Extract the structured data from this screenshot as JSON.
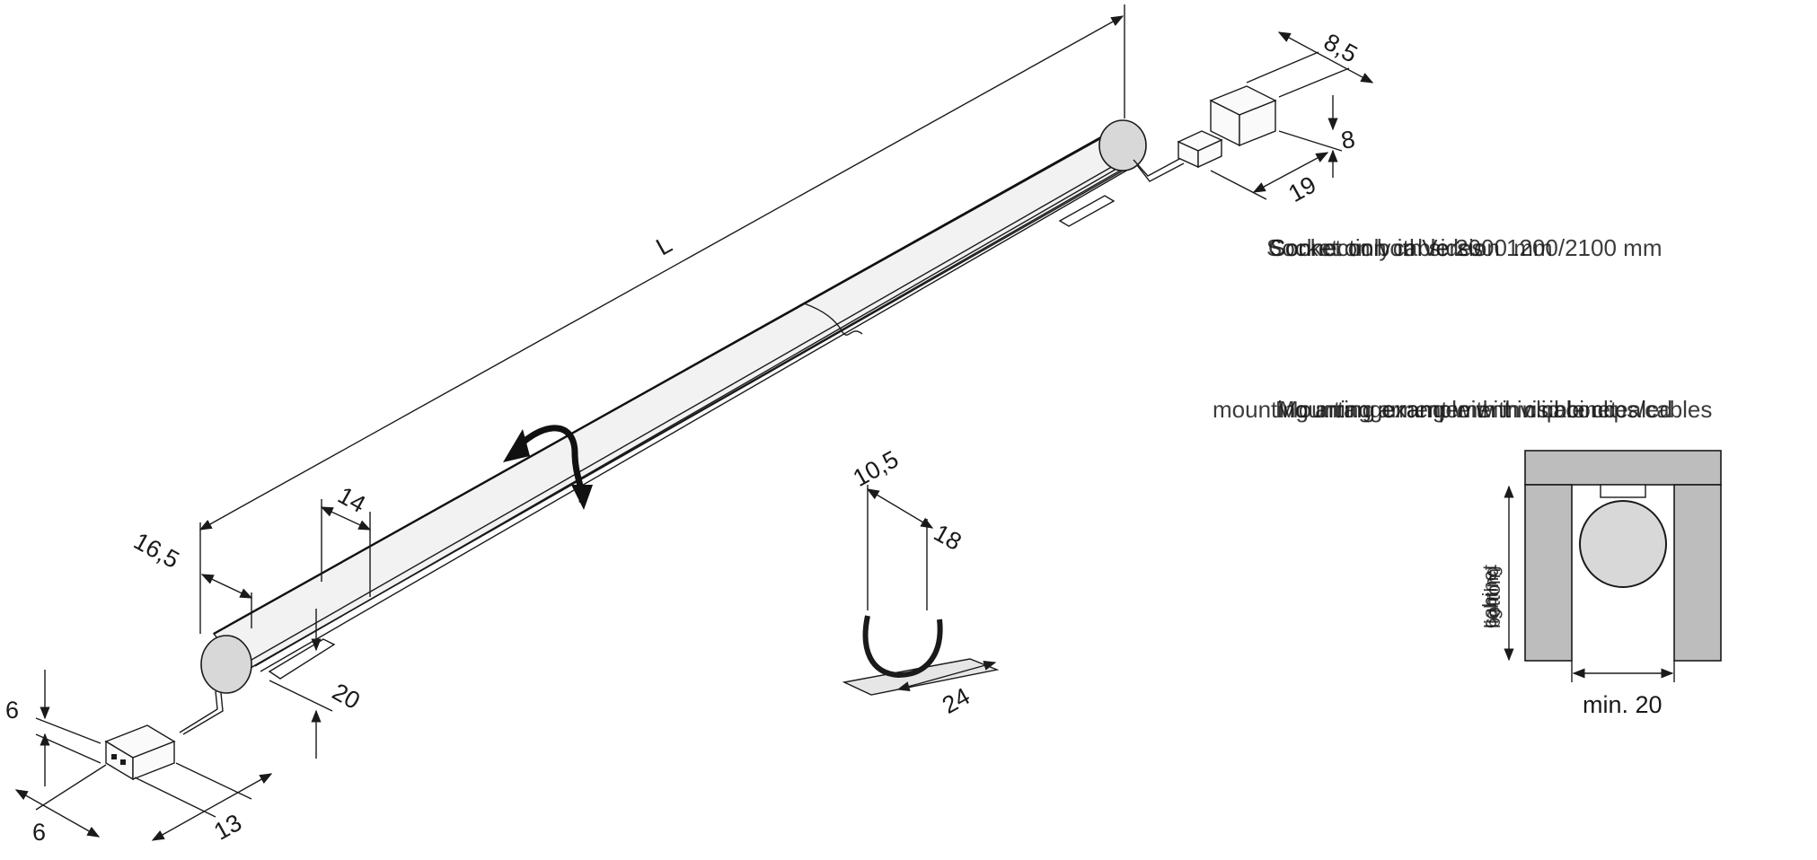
{
  "dimensions": {
    "length": "L",
    "socket_width": "8,5",
    "socket_height": "8",
    "socket_length": "19",
    "end_cap_diameter": "16,5",
    "tube_offset": "14",
    "clip_offset": "20",
    "clip_top_width": "10,5",
    "clip_height": "18",
    "clip_base": "24",
    "plug_height": "6",
    "plug_width": "6",
    "plug_length": "13",
    "niche_min_width": "min. 20"
  },
  "notes": {
    "connection_lines": [
      "Socket on both sides",
      "Connection cable 2000 mm",
      "Socket only in Version 1200/2100 mm"
    ],
    "mounting_lines": [
      "mounting arrangement with invisible clips/cables",
      "Mounting arrangement in cabinet",
      "Mounting example with clip concealed"
    ],
    "cabinet_labels": [
      "cabinet",
      "lighting",
      "bottom"
    ]
  },
  "colors": {
    "line": "#1a1a1a",
    "cap_fill": "#d8d8d8",
    "cabinet_fill": "#bdbdbd",
    "tube_fill": "#ececec"
  }
}
